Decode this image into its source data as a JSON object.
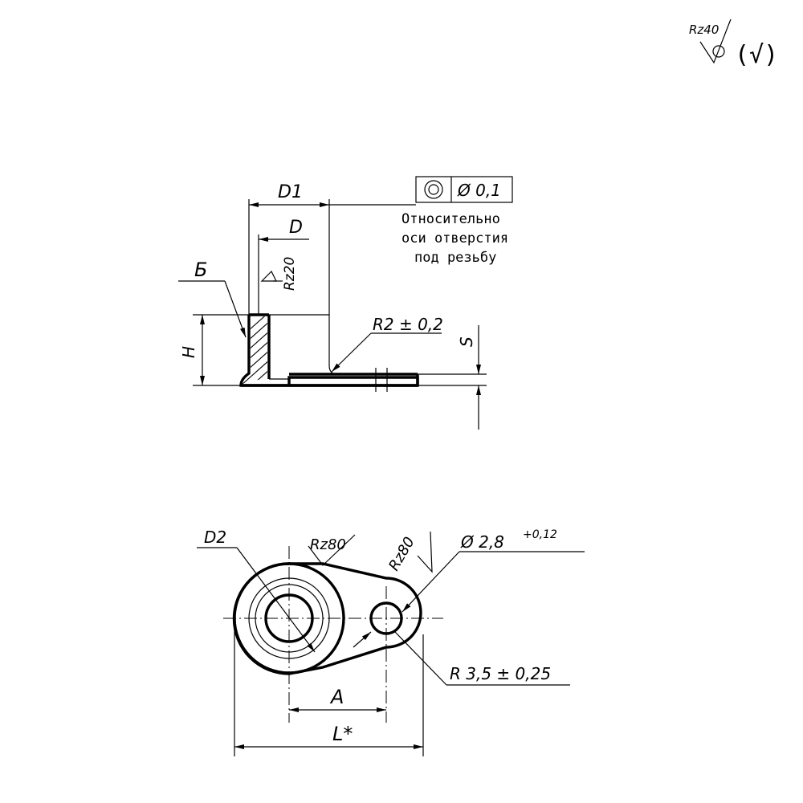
{
  "roughness_general": {
    "value": "Rz40",
    "symbol_paren": "(√)"
  },
  "side_view": {
    "label_D1": "D1",
    "label_D": "D",
    "roughness_bore": "Rz20",
    "section_label": "Б",
    "label_H": "H",
    "label_S": "S",
    "fillet_radius": "R2 ± 0,2"
  },
  "tolerance_frame": {
    "symbol": "concentricity",
    "value": "Ø 0,1",
    "note": [
      "Относительно",
      "оси отверстия",
      "под резьбу"
    ]
  },
  "top_view": {
    "label_D2": "D2",
    "roughness_edge_1": "Rz80",
    "roughness_edge_2": "Rz80",
    "hole_diameter": "Ø 2,8",
    "hole_tolerance": "+0,12",
    "end_radius": "R 3,5 ± 0,25",
    "label_A": "A",
    "label_L": "L*"
  }
}
